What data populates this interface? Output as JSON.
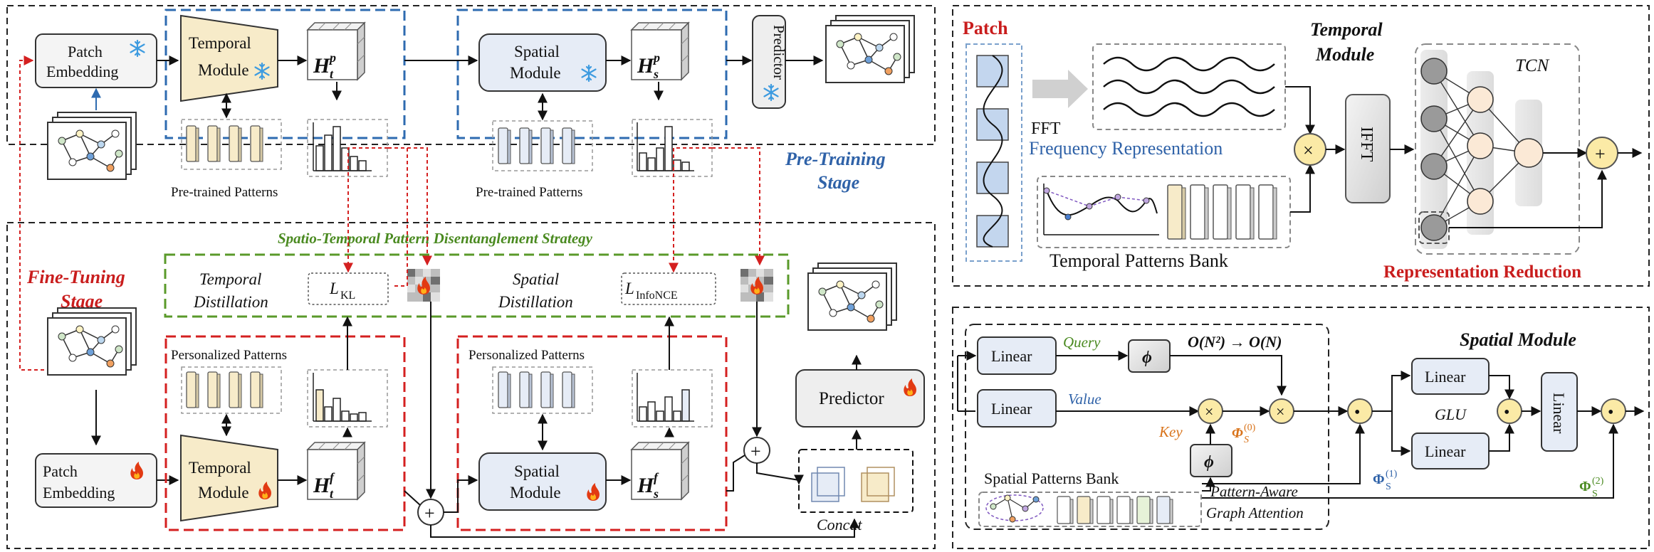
{
  "pretrain": {
    "patch_embedding": [
      "Patch",
      "Embedding"
    ],
    "temporal_module": [
      "Temporal",
      "Module"
    ],
    "spatial_module": [
      "Spatial",
      "Module"
    ],
    "h_t": "H",
    "h_t_sup": "p",
    "h_t_sub": "t",
    "h_s": "H",
    "h_s_sup": "p",
    "h_s_sub": "s",
    "pretrained_patterns": "Pre-trained Patterns",
    "predictor": "Predictor",
    "stage_label": [
      "Pre-Training",
      "Stage"
    ]
  },
  "finetune": {
    "stage_label": [
      "Fine-Tuning",
      "Stage"
    ],
    "strategy_title": "Spatio-Temporal Pattern Disentanglement Strategy",
    "temporal_distillation": [
      "Temporal",
      "Distillation"
    ],
    "spatial_distillation": [
      "Spatial",
      "Distillation"
    ],
    "loss_kl": "L",
    "loss_kl_sub": "KL",
    "loss_infonce": "L",
    "loss_infonce_sub": "InfoNCE",
    "personalized_patterns": "Personalized Patterns",
    "patch_embedding": [
      "Patch",
      "Embedding"
    ],
    "temporal_module": [
      "Temporal",
      "Module"
    ],
    "spatial_module": [
      "Spatial",
      "Module"
    ],
    "h_t": "H",
    "h_t_sup": "f",
    "h_t_sub": "t",
    "h_s": "H",
    "h_s_sup": "f",
    "h_s_sub": "s",
    "predictor": "Predictor",
    "concat": "Concat",
    "plus": "+"
  },
  "temporal_panel": {
    "patch": "Patch",
    "title": [
      "Temporal",
      "Module"
    ],
    "fft": "FFT",
    "freq_rep": "Frequency Representation",
    "ifft": "IFFT",
    "tcn": "TCN",
    "bank": "Temporal Patterns Bank",
    "rep_reduction": "Representation Reduction",
    "times": "×",
    "plus": "+"
  },
  "spatial_panel": {
    "title": "Spatial Module",
    "linear": "Linear",
    "query": "Query",
    "value": "Value",
    "key": "Key",
    "phi": "ϕ",
    "complexity": "O(N²) → O(N)",
    "bank": "Spatial Patterns Bank",
    "pattern_aware": [
      "Pattern-Aware",
      "Graph Attention"
    ],
    "glu": "GLU",
    "phi_s0": "Φ",
    "phi_s0_sub": "S",
    "phi_s0_sup": "(0)",
    "phi_s1": "Φ",
    "phi_s1_sub": "S",
    "phi_s1_sup": "(1)",
    "phi_s2": "Φ",
    "phi_s2_sub": "S",
    "phi_s2_sup": "(2)",
    "times": "×",
    "dot": "•"
  },
  "colors": {
    "blue_dash": "#2e6bb0",
    "red_dash": "#d42020",
    "green_dash": "#5a9a2a",
    "red_text": "#c91d1d",
    "blue_text": "#2f62a8",
    "green_text": "#4a8a20",
    "orange_text": "#d9731a",
    "cream": "#f7ebc9",
    "module_blue": "#e6ecf6",
    "node_cream": "#fbe9d6",
    "node_gray": "#9a9a9a",
    "op_yellow": "#fbeaa6"
  }
}
